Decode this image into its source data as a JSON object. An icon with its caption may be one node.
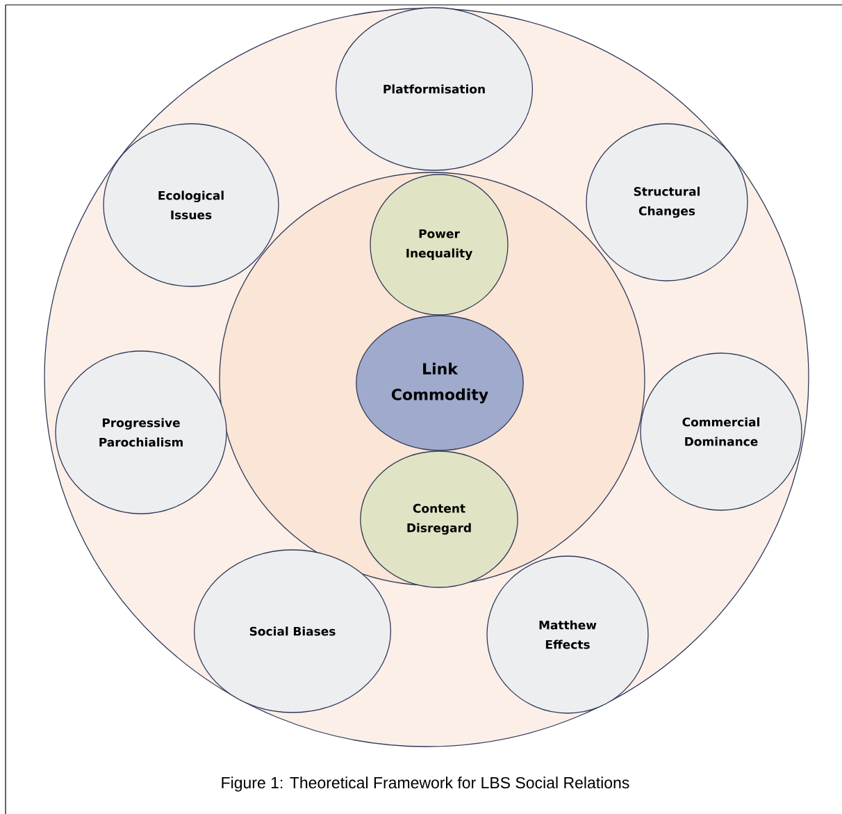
{
  "diagram": {
    "caption": "Figure 1: Theoretical Framework for LBS Social Relations",
    "nodes": [
      {
        "text": [],
        "shape": "circle"
      },
      {
        "text": [
          "Platformisation"
        ],
        "in": 0
      },
      {
        "text": [
          "Ecological Issues"
        ],
        "in": 0
      },
      {
        "text": [
          "Structural Changes"
        ],
        "in": 0
      },
      {
        "text": [],
        "shape": "circle",
        "in": 0
      },
      {
        "text": [
          "Power Inequality"
        ],
        "in": 4
      },
      {
        "text": [
          "Progressive Parochialism"
        ],
        "in": 0
      },
      {
        "text": [
          "Link Commodity"
        ],
        "in": 4
      },
      {
        "text": [
          "Commercial Dominance"
        ],
        "in": 0
      },
      {
        "text": [
          "Content Disregard"
        ],
        "in": 4
      },
      {
        "text": [
          "Social Biases"
        ],
        "in": 0
      },
      {
        "text": [
          "Matthew Effects"
        ],
        "in": 0
      }
    ]
  }
}
